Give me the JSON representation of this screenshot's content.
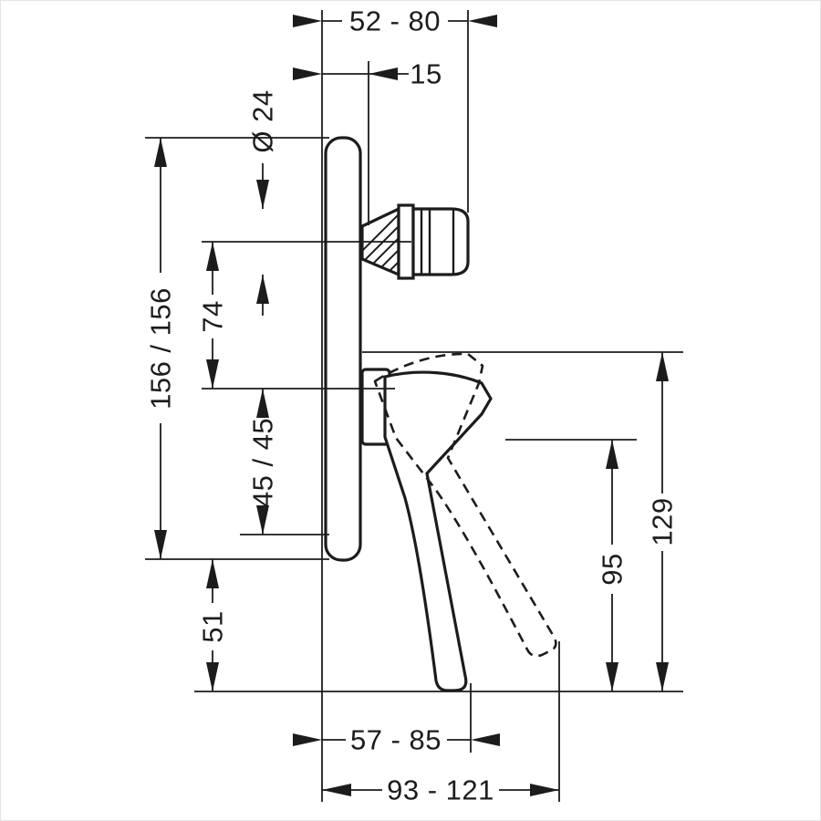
{
  "drawing": {
    "labels": {
      "depth_range": "52 - 80",
      "wall_offset": "15",
      "knob_diameter": "Ø 24",
      "plate_height": "156 / 156",
      "knob_to_lever": "74",
      "lever_spacing": "45 / 45",
      "below_plate": "51",
      "lever_drop": "95",
      "total_drop": "129",
      "reach_closed": "57 - 85",
      "reach_open": "93 - 121"
    },
    "colors": {
      "line": "#1c1c1c",
      "background": "#ffffff"
    }
  }
}
